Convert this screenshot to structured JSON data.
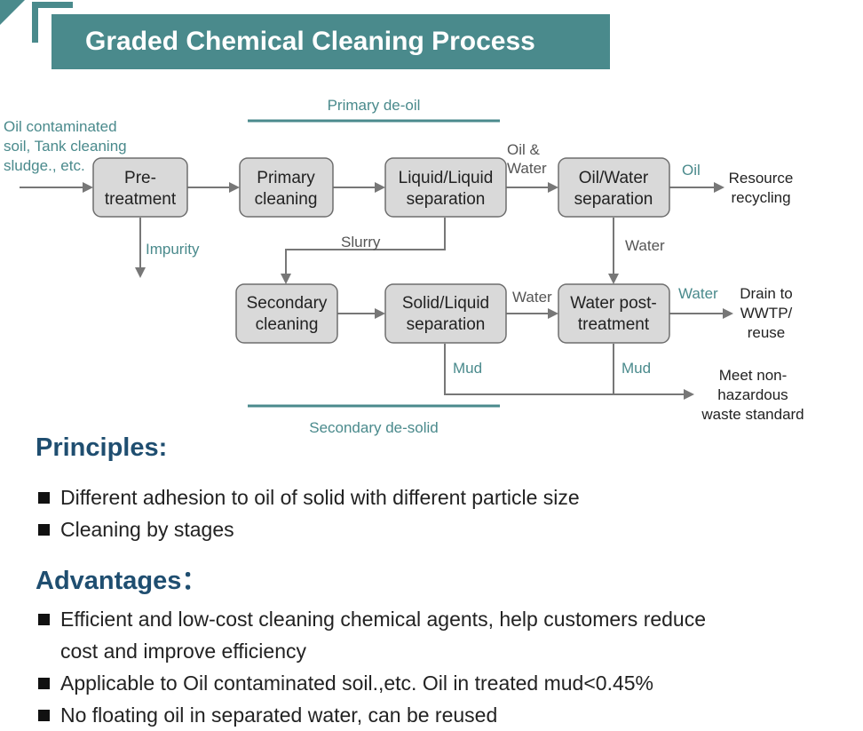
{
  "title": "Graded Chemical Cleaning Process",
  "diagram": {
    "stages": {
      "primary": "Primary de-oil",
      "secondary": "Secondary de-solid"
    },
    "input": [
      "Oil contaminated",
      "soil, Tank cleaning",
      "sludge., etc."
    ],
    "boxes": {
      "pretreatment": [
        "Pre-",
        "treatment"
      ],
      "primary_cleaning": [
        "Primary",
        "cleaning"
      ],
      "ll_separation": [
        "Liquid/Liquid",
        "separation"
      ],
      "ow_separation": [
        "Oil/Water",
        "separation"
      ],
      "secondary_cleaning": [
        "Secondary",
        "cleaning"
      ],
      "sl_separation": [
        "Solid/Liquid",
        "separation"
      ],
      "water_post": [
        "Water post-",
        "treatment"
      ]
    },
    "labels": {
      "impurity": "Impurity",
      "oil_water": [
        "Oil &",
        "Water"
      ],
      "oil": "Oil",
      "slurry": "Slurry",
      "water_down": "Water",
      "water_mid": "Water",
      "water_out": "Water",
      "mud_left": "Mud",
      "mud_right": "Mud"
    },
    "outputs": {
      "resource": [
        "Resource",
        "recycling"
      ],
      "drain": [
        "Drain to",
        "WWTP/",
        "reuse"
      ],
      "waste": [
        "Meet non-",
        "hazardous",
        "waste standard"
      ]
    }
  },
  "principles": {
    "heading": "Principles:",
    "items": [
      "Different adhesion to oil of solid with different particle size",
      "Cleaning by stages"
    ]
  },
  "advantages": {
    "heading": "Advantages：",
    "items": [
      [
        "Efficient and low-cost cleaning chemical agents, help customers reduce",
        "cost and improve efficiency"
      ],
      [
        "Applicable to Oil contaminated soil.,etc. Oil in treated mud<0.45%"
      ],
      [
        "No floating oil in separated water, can be reused"
      ]
    ]
  }
}
